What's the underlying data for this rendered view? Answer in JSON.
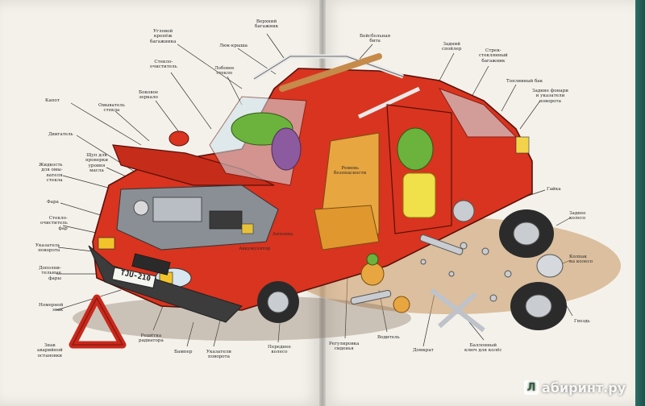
{
  "labels": {
    "trunk_rack": "Верхний\nбагажник",
    "upper_roof_rack": "Угловой\nкрепёж\nбагажника",
    "sunroof": "Люк-крыша",
    "baseball_bat": "Бейсбольная\nбита",
    "rear_spoiler": "Задний\nспойлер",
    "rear_side_window": "Стрек-\nстеклянный\nбагажник",
    "fuel_tank": "Топливный бак",
    "rear_lights": "Задние фонари\nи указатели\nповорота",
    "windshield_wiper": "Стекло-\nочиститель",
    "windshield": "Лобовое\nстекло",
    "side_mirror": "Боковое\nзеркало",
    "hood": "Капот",
    "washer": "Омыватель\nстекла",
    "engine": "Двигатель",
    "oil_dipstick": "Щуп для\nпроверки\nуровня\nмасла",
    "washer_fluid": "Жидкость\nдля омы-\nвателя\nстекла",
    "headlight": "Фара",
    "headlight_wiper": "Стекло-\nочиститель\nфар",
    "turn_signal": "Указатель\nповорота",
    "extra_lights": "Дополни-\nтельные\nфары",
    "plate": "Номерной\nзнак",
    "warning_triangle": "Знак\nаварийной\nостановки",
    "radiator_grille": "Решётка\nрадиатора",
    "bumper": "Бампер",
    "turn_signals": "Указатели\nповорота",
    "front_wheel": "Переднее\nколесо",
    "seat_adjust": "Регулировка\nсиденья",
    "driver": "Водитель",
    "jack": "Домкрат",
    "wheel_wrench": "Баллонный\nключ для колёс",
    "nut": "Гайка",
    "rear_wheel": "Заднее\nколесо",
    "hubcap": "Колпак\nна колесо",
    "bolt": "Гвоздь",
    "battery": "Аккумулятор",
    "antenna": "Антенна",
    "seat_belt": "Ремень\nбезопасности"
  },
  "plate_number": "TJU-210",
  "watermark": "абиринт.ру",
  "watermark_logo": "Л",
  "colors": {
    "car_body": "#d8341f",
    "car_dark": "#9c1f12",
    "seat": "#e8a640",
    "tire": "#2b2b2b",
    "rim": "#c9ccd1",
    "page": "#f4f1ea",
    "croc": "#6bb33c",
    "triangle": "#c8281c"
  }
}
